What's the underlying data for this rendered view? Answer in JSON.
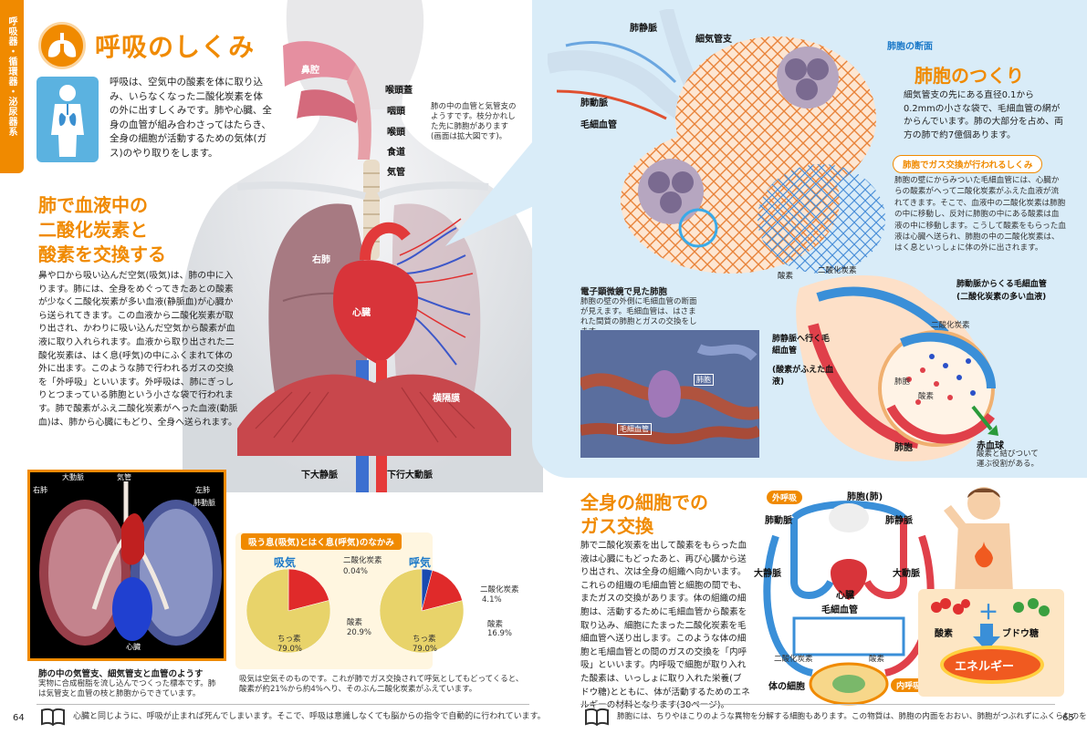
{
  "left_page": {
    "side_tab": "呼吸器・循環器・泌尿器系",
    "title": "呼吸のしくみ",
    "intro": "呼吸は、空気中の酸素を体に取り込み、いらなくなった二酸化炭素を体の外に出すしくみです。肺や心臓、全身の血管が組み合わさってはたらき、全身の細胞が活動するための気体(ガス)のやり取りをします。",
    "section1": {
      "heading_line1": "肺で血液中の",
      "heading_line2": "二酸化炭素と",
      "heading_line3": "酸素を交換する",
      "body": "鼻や口から吸い込んだ空気(吸気)は、肺の中に入ります。肺には、全身をめぐってきたあとの酸素が少なく二酸化炭素が多い血液(静脈血)が心臓から送られてきます。この血液から二酸化炭素が取り出され、かわりに吸い込んだ空気から酸素が血液に取り入れられます。血液から取り出された二酸化炭素は、はく息(呼気)の中にふくまれて体の外に出ます。このような肺で行われるガスの交換を「外呼吸」といいます。外呼吸は、肺にぎっしりとつまっている肺胞という小さな袋で行われます。肺で酸素がふえ二酸化炭素がへった血液(動脈血)は、肺から心臓にもどり、全身へ送られます。"
    },
    "anatomy_labels": {
      "nasal": "鼻腔",
      "epiglottis": "喉頭蓋",
      "pharynx": "咽頭",
      "larynx": "喉頭",
      "esophagus": "食道",
      "trachea": "気管",
      "right_lung": "右肺",
      "heart": "心臓",
      "diaphragm": "横隔膜",
      "ivc": "下大静脈",
      "aorta": "下行大動脈"
    },
    "lung_note": "肺の中の血管と気管支のようすです。枝分かれした先に肺胞があります(画面は拡大図です)。",
    "cast_photo": {
      "labels": [
        "大動脈",
        "気管",
        "右肺",
        "左肺",
        "肺動脈",
        "心臓"
      ],
      "caption_title": "肺の中の気管支、細気管支と血管のようす",
      "caption": "実物に合成樹脂を流し込んでつくった標本です。肺は気管支と血管の枝と肺胞からできています。"
    },
    "breath_box": {
      "title": "吸う息(吸気)とはく息(呼気)のなかみ",
      "inhale": {
        "label": "吸気",
        "co2": "二酸化炭素",
        "co2_val": "0.04%",
        "o2": "酸素",
        "o2_val": "20.9%",
        "n2": "ちっ素",
        "n2_val": "79.0%"
      },
      "exhale": {
        "label": "呼気",
        "co2": "二酸化炭素",
        "co2_val": "4.1%",
        "o2": "酸素",
        "o2_val": "16.9%",
        "n2": "ちっ素",
        "n2_val": "79.0%"
      },
      "caption": "吸気は空気そのものです。これが肺でガス交換されて呼気としてもどってくると、酸素が約21%から約4%へり、そのぶん二酸化炭素がふえています。"
    },
    "footer_note": "心臓と同じように、呼吸が止まれば死んでしまいます。そこで、呼吸は意識しなくても脳からの指令で自動的に行われています。",
    "page_number": "64"
  },
  "right_page": {
    "alveoli_labels": {
      "pulm_vein": "肺静脈",
      "bronchiole": "細気管支",
      "pulm_artery": "肺動脈",
      "capillary": "毛細血管",
      "section": "肺胞の断面"
    },
    "alveolus_structure": {
      "title": "肺胞のつくり",
      "body": "細気管支の先にある直径0.1から0.2mmの小さな袋で、毛細血管の網がからんでいます。肺の大部分を占め、両方の肺で約7億個あります。"
    },
    "gas_exchange": {
      "title": "肺胞でガス交換が行われるしくみ",
      "body": "肺胞の壁にからみついた毛細血管には、心臓からの酸素がへって二酸化炭素がふえた血液が流れてきます。そこで、血液中の二酸化炭素は肺胞の中に移動し、反対に肺胞の中にある酸素は血液の中に移動します。こうして酸素をもらった血液は心臓へ送られ、肺胞の中の二酸化炭素は、はく息といっしょに体の外に出されます。"
    },
    "em_photo": {
      "title": "電子顕微鏡で見た肺胞",
      "caption": "肺胞の壁の外側に毛細血管の断面が見えます。毛細血管は、はさまれた間質の肺胞とガスの交換をします。",
      "label_alveolus": "肺胞",
      "label_capillary": "毛細血管"
    },
    "diagram": {
      "oxygen": "酸素",
      "co2": "二酸化炭素",
      "from_pulm_artery": "肺動脈からくる毛細血管",
      "from_pulm_artery_sub": "(二酸化炭素の多い血液)",
      "to_pulm_vein": "肺静脈へ行く毛細血管",
      "to_pulm_vein_sub": "(酸素がふえた血液)",
      "co2_inner": "二酸化炭素",
      "o2_inner": "酸素",
      "alveolus_inner": "肺胞",
      "alveolus": "肺胞",
      "rbc": "赤血球",
      "rbc_sub": "酸素と結びついて運ぶ役割がある。"
    },
    "section2": {
      "heading_line1": "全身の細胞での",
      "heading_line2": "ガス交換",
      "body": "肺で二酸化炭素を出して酸素をもらった血液は心臓にもどったあと、再び心臓から送り出され、次は全身の組織へ向かいます。これらの組織の毛細血管と細胞の間でも、またガスの交換があります。体の組織の細胞は、活動するために毛細血管から酸素を取り込み、細胞にたまった二酸化炭素を毛細血管へ送り出します。このような体の細胞と毛細血管との間のガスの交換を「内呼吸」といいます。内呼吸で細胞が取り入れた酸素は、いっしょに取り入れた栄養(ブドウ糖)とともに、体が活動するためのエネルギーの材料となります(30ページ)。"
    },
    "circulation": {
      "external": "外呼吸",
      "alveolus": "肺胞(肺)",
      "pulm_artery": "肺動脈",
      "pulm_vein": "肺静脈",
      "vena_cava": "大静脈",
      "aorta": "大動脈",
      "heart": "心臓",
      "capillary": "毛細血管",
      "co2": "二酸化炭素",
      "o2": "酸素",
      "body_cells": "体の細胞",
      "internal": "内呼吸"
    },
    "energy": {
      "oxygen": "酸素",
      "glucose": "ブドウ糖",
      "energy": "エネルギー"
    },
    "footer_note": "肺胞には、ちりやほこりのような異物を分解する細胞もあります。この物質は、肺胞の内面をおおい、肺胞がつぶれずにふくらむのを助けます。",
    "page_number": "65"
  }
}
